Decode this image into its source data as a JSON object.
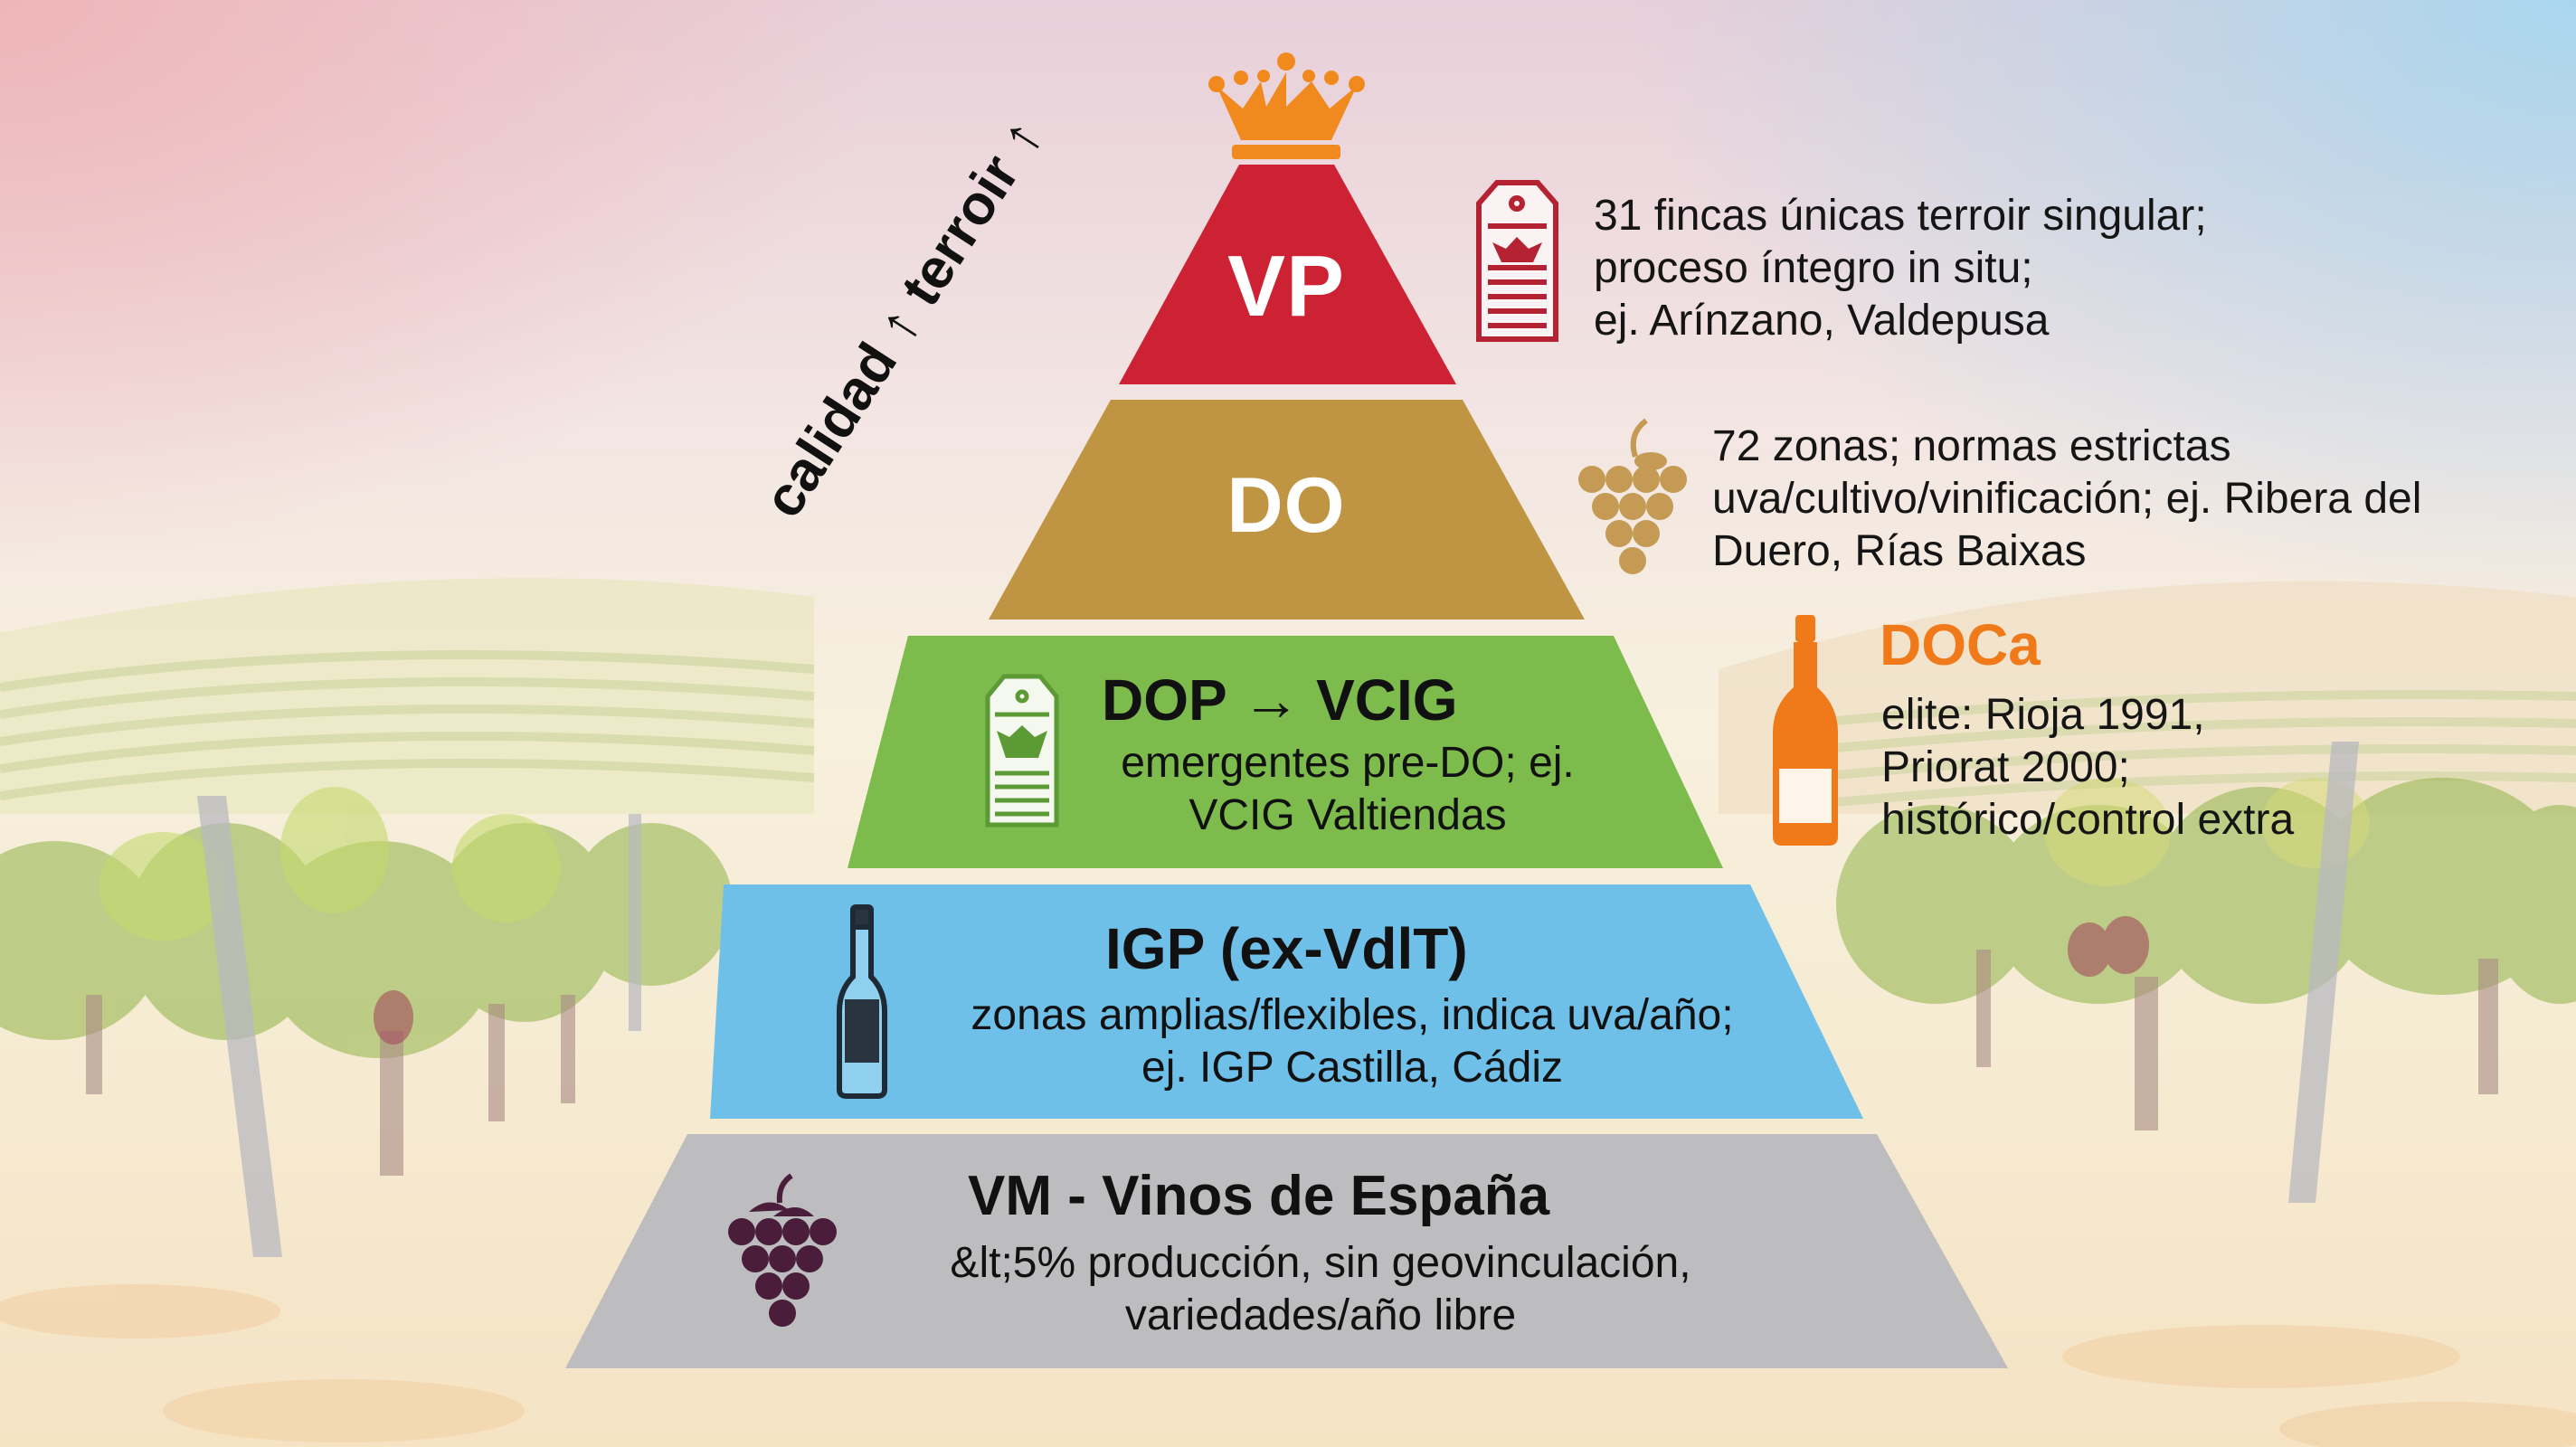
{
  "diagram": {
    "axis_label": "calidad ↑ terroir ↑",
    "tiers": [
      {
        "id": "vp",
        "label": "VP",
        "color": "#cc2233",
        "icon": "crown-icon",
        "side": {
          "icon": "label-tag-icon",
          "lines": [
            "31 fincas únicas terroir singular;",
            "proceso íntegro in situ;",
            "ej. Arínzano, Valdepusa"
          ]
        }
      },
      {
        "id": "do",
        "label": "DO",
        "color": "#bf9544",
        "side": {
          "icon": "grapes-icon",
          "lines": [
            "72 zonas; normas estrictas",
            "uva/cultivo/vinificación; ej. Ribera del",
            "Duero, Rías Baixas"
          ]
        }
      },
      {
        "id": "dop-vcig",
        "label": "DOP → VCIG",
        "color": "#7cbb4c",
        "icon": "label-tag-icon",
        "desc_lines": [
          "emergentes pre-DO; ej.",
          "VCIG Valtiendas"
        ]
      },
      {
        "id": "igp",
        "label": "IGP (ex-VdlT)",
        "color": "#6fc0e8",
        "icon": "wine-bottle-icon",
        "desc_lines": [
          "zonas amplias/flexibles, indica uva/año;",
          "ej. IGP Castilla, Cádiz"
        ]
      },
      {
        "id": "vm",
        "label": "VM - Vinos de España",
        "color": "#bdbdbf",
        "icon": "grapes-icon",
        "desc_lines": [
          "&lt;5% producción, sin geovinculación,",
          "variedades/año libre"
        ]
      }
    ],
    "doca": {
      "title": "DOCa",
      "color": "#f07a1a",
      "icon": "wine-bottle-icon",
      "lines": [
        "elite: Rioja 1991,",
        "Priorat 2000;",
        "histórico/control extra"
      ]
    }
  },
  "colors": {
    "vp": "#cc2233",
    "do": "#bf9544",
    "dop_vcig": "#7cbb4c",
    "igp": "#6fc0e8",
    "vm": "#bdbdbf",
    "doca": "#f07a1a",
    "crown": "#f08a1e"
  }
}
